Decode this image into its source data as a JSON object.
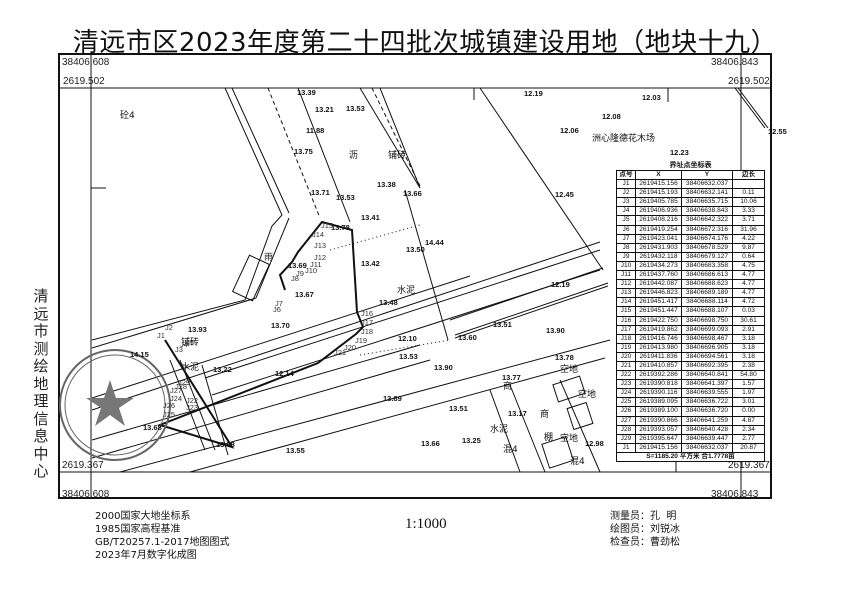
{
  "title": "清远市区2023年度第二十四批次城镇建设用地（地块十九）",
  "side_label": [
    "清",
    "远",
    "市",
    "测",
    "绘",
    "地",
    "理",
    "信",
    "息",
    "中",
    "心"
  ],
  "corners": {
    "top_left_x": "38406.608",
    "top_right_x": "38406.843",
    "top_left_y": "2619.502",
    "top_right_y": "2619.502",
    "bottom_left_y": "2619.367",
    "bottom_right_y": "2619.367",
    "bottom_left_x": "38406.608",
    "bottom_right_x": "38406.843"
  },
  "map_labels": {
    "place_name": "洲心隆德花木场",
    "land_use": [
      "砼4",
      "沥",
      "铺砖",
      "雨",
      "水泥",
      "铺砖",
      "水泥",
      "空地",
      "空地",
      "空地",
      "混4",
      "混4",
      "水泥",
      "商",
      "商",
      "棚"
    ],
    "elevations": [
      "13.39",
      "13.21",
      "11.88",
      "13.75",
      "13.71",
      "13.53",
      "13.78",
      "13.53",
      "13.38",
      "13.66",
      "13.41",
      "13.42",
      "13.50",
      "14.44",
      "13.69",
      "13.67",
      "13.70",
      "13.48",
      "12.10",
      "13.53",
      "13.60",
      "13.51",
      "13.90",
      "12.19",
      "12.19",
      "12.06",
      "12.08",
      "12.03",
      "12.23",
      "12.45",
      "12.55",
      "13.93",
      "14.15",
      "13.22",
      "12.14",
      "13.89",
      "13.90",
      "13.68",
      "13.55",
      "13.51",
      "13.17",
      "13.25",
      "13.66",
      "13.78",
      "13.77",
      "12.98",
      "13.68"
    ],
    "parcel_points": [
      "J1",
      "J2",
      "J3",
      "J4",
      "J5",
      "J6",
      "J7",
      "J8",
      "J9",
      "J10",
      "J11",
      "J12",
      "J13",
      "J14",
      "J15",
      "J16",
      "J17",
      "J18",
      "J19",
      "J20",
      "J21",
      "J22",
      "J23",
      "J24",
      "J25",
      "J26",
      "J27",
      "J28",
      "J29"
    ]
  },
  "coord_table": {
    "title": "界址点坐标表",
    "headers": [
      "点号",
      "X",
      "Y",
      "边长"
    ],
    "rows": [
      {
        "pt": "J1",
        "x": "2619415.156",
        "y": "38406632.037"
      },
      {
        "pt": "J2",
        "x": "2619415.193",
        "y": "38406632.141"
      },
      {
        "pt": "J3",
        "x": "2619405.785",
        "y": "38406635.715"
      },
      {
        "pt": "J4",
        "x": "2619406.936",
        "y": "38406638.843"
      },
      {
        "pt": "J5",
        "x": "2619408.216",
        "y": "38406642.322"
      },
      {
        "pt": "J6",
        "x": "2619419.254",
        "y": "38406672.316"
      },
      {
        "pt": "J7",
        "x": "2619423.041",
        "y": "38406674.176"
      },
      {
        "pt": "J8",
        "x": "2619431.903",
        "y": "38406678.529"
      },
      {
        "pt": "J9",
        "x": "2619432.118",
        "y": "38406679.127"
      },
      {
        "pt": "J10",
        "x": "2619434.273",
        "y": "38406683.358"
      },
      {
        "pt": "J11",
        "x": "2619437.760",
        "y": "38406686.613"
      },
      {
        "pt": "J12",
        "x": "2619442.087",
        "y": "38406688.623"
      },
      {
        "pt": "J13",
        "x": "2619446.823",
        "y": "38406689.189"
      },
      {
        "pt": "J14",
        "x": "2619451.417",
        "y": "38406688.114"
      },
      {
        "pt": "J15",
        "x": "2619451.447",
        "y": "38406688.107"
      },
      {
        "pt": "J16",
        "x": "2619422.750",
        "y": "38406698.750"
      },
      {
        "pt": "J17",
        "x": "2619419.862",
        "y": "38406699.093"
      },
      {
        "pt": "J18",
        "x": "2619416.746",
        "y": "38406698.467"
      },
      {
        "pt": "J19",
        "x": "2619413.980",
        "y": "38406696.905"
      },
      {
        "pt": "J20",
        "x": "2619411.836",
        "y": "38406694.561"
      },
      {
        "pt": "J21",
        "x": "2619410.857",
        "y": "38406692.395"
      },
      {
        "pt": "J22",
        "x": "2619392.286",
        "y": "38406640.841"
      },
      {
        "pt": "J23",
        "x": "2619390.818",
        "y": "38406641.397"
      },
      {
        "pt": "J24",
        "x": "2619390.116",
        "y": "38406639.555"
      },
      {
        "pt": "J25",
        "x": "2619389.095",
        "y": "38406636.722"
      },
      {
        "pt": "J26",
        "x": "2619389.100",
        "y": "38406636.720"
      },
      {
        "pt": "J27",
        "x": "2619390.866",
        "y": "38406641.259"
      },
      {
        "pt": "J28",
        "x": "2619393.057",
        "y": "38406640.428"
      },
      {
        "pt": "J29",
        "x": "2619395.647",
        "y": "38406639.447"
      },
      {
        "pt": "J1",
        "x": "2619415.156",
        "y": "38406632.037"
      }
    ],
    "distances": [
      "0.11",
      "10.06",
      "3.33",
      "3.71",
      "31.96",
      "4.22",
      "9.87",
      "0.64",
      "4.75",
      "4.77",
      "4.77",
      "4.77",
      "4.72",
      "0.03",
      "30.61",
      "2.91",
      "3.18",
      "3.18",
      "3.18",
      "2.38",
      "54.80",
      "1.57",
      "1.97",
      "3.01",
      "0.00",
      "4.87",
      "2.34",
      "2.77",
      "20.87"
    ],
    "area_text": "S=1185.20 平方米 合1.7778亩"
  },
  "footer": {
    "left": [
      "2000国家大地坐标系",
      "1985国家高程基准",
      "GB/T20257.1-2017地图图式",
      "2023年7月数字化成图"
    ],
    "scale": "1:1000",
    "surveyor_label": "测量员：",
    "surveyor": "孔  明",
    "drafter_label": "绘图员：",
    "drafter": "刘锐冰",
    "checker_label": "检查员：",
    "checker": "曹劲松"
  },
  "colors": {
    "line": "#111111",
    "stamp": "#555555",
    "background": "#ffffff"
  }
}
